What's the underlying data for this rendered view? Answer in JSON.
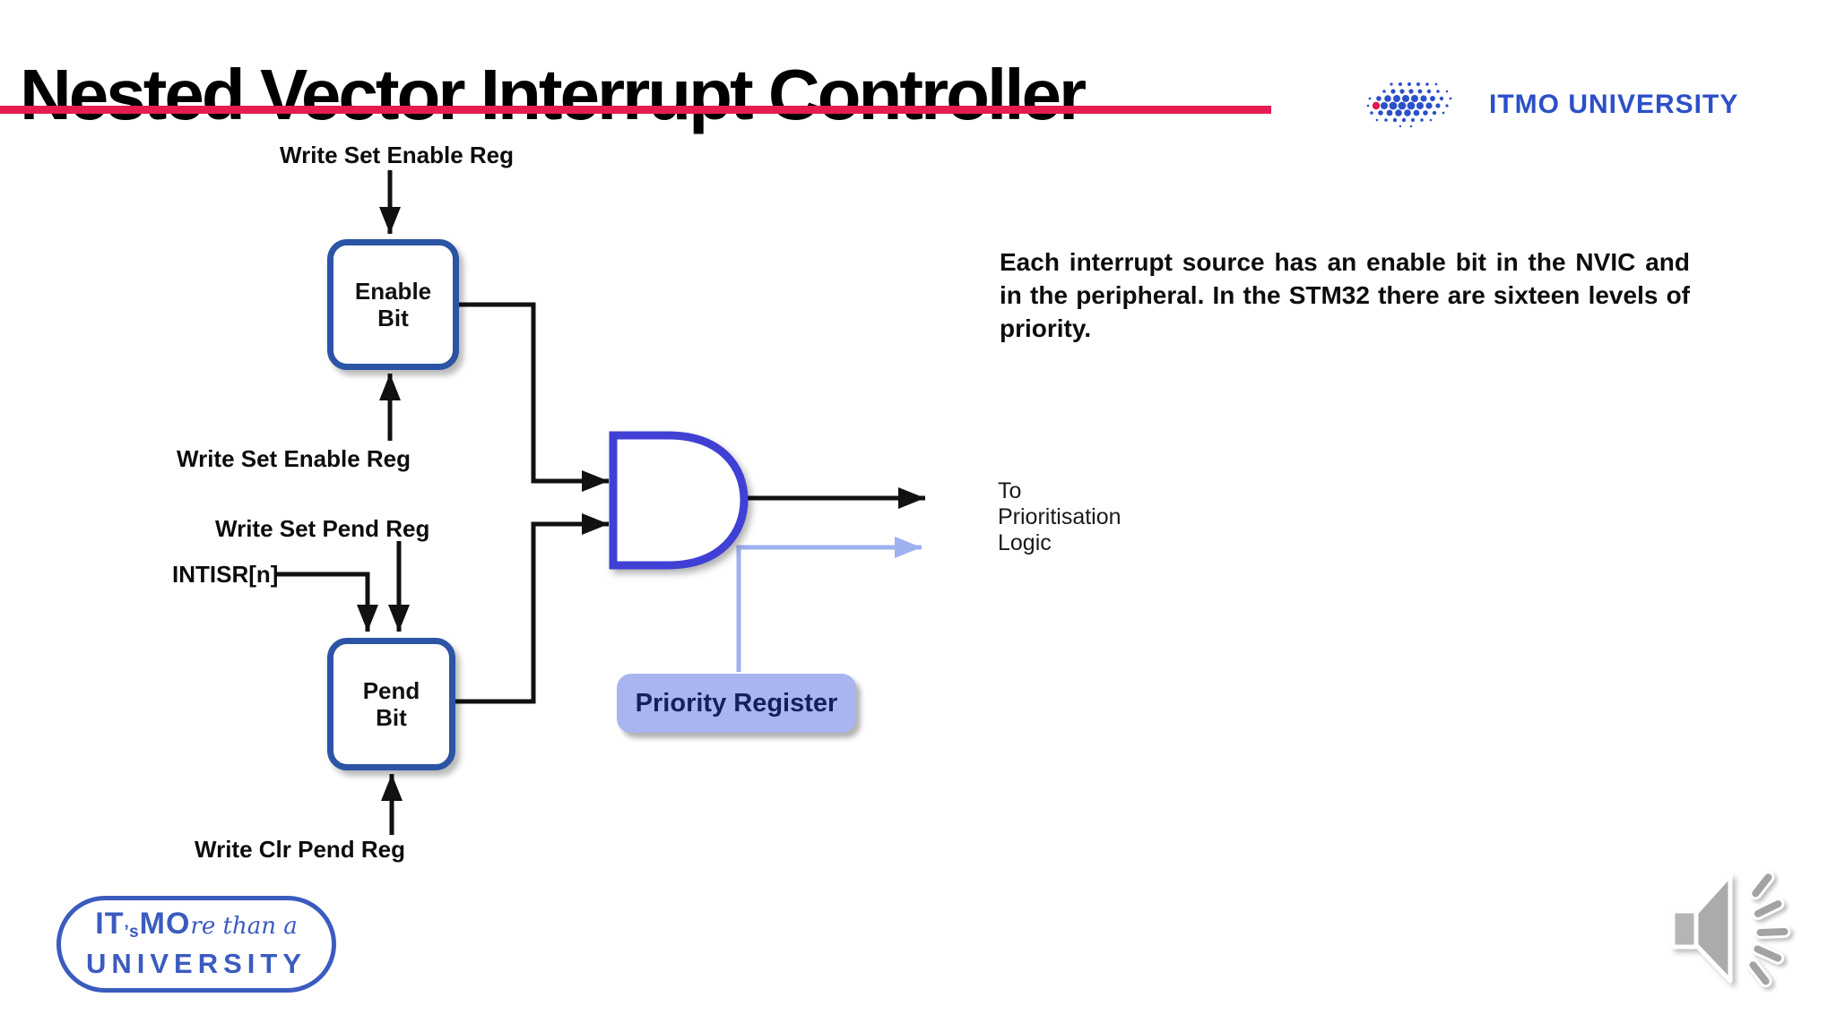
{
  "slide": {
    "title": "Nested Vector Interrupt Controller",
    "note": "Each interrupt source has an enable bit in the NVIC and in the peripheral. In the STM32 there are sixteen levels of priority."
  },
  "header_logo": {
    "text": "ITMO UNIVERSITY"
  },
  "diagram": {
    "enable_box": {
      "line1": "Enable",
      "line2": "Bit"
    },
    "pend_box": {
      "line1": "Pend",
      "line2": "Bit"
    },
    "priority_register": "Priority Register",
    "labels": {
      "write_set_enable_top": "Write Set Enable Reg",
      "write_set_enable_mid": "Write Set Enable Reg",
      "write_set_pend": "Write Set Pend Reg",
      "intisr": "INTISR[n]",
      "write_clr_pend": "Write Clr Pend Reg"
    },
    "output_label": [
      "To",
      "Prioritisation",
      "Logic"
    ]
  },
  "footer_logo": {
    "it": "IT",
    "apos_s": "’s",
    "mo": "MO",
    "script": "re than a",
    "line2": "UNIVERSITY"
  },
  "colors": {
    "accent_red": "#e41c4f",
    "itmo_blue": "#2b50c8",
    "box_border_blue": "#2b55a4",
    "gate_blue": "#4040d4",
    "priority_fill": "#a9b5f1",
    "priority_text": "#13205e",
    "light_blue_wire": "#9db0f0",
    "wire_black": "#111111",
    "footer_logo_blue": "#3b5bbf",
    "speaker_gray": "#a8a8a8"
  }
}
